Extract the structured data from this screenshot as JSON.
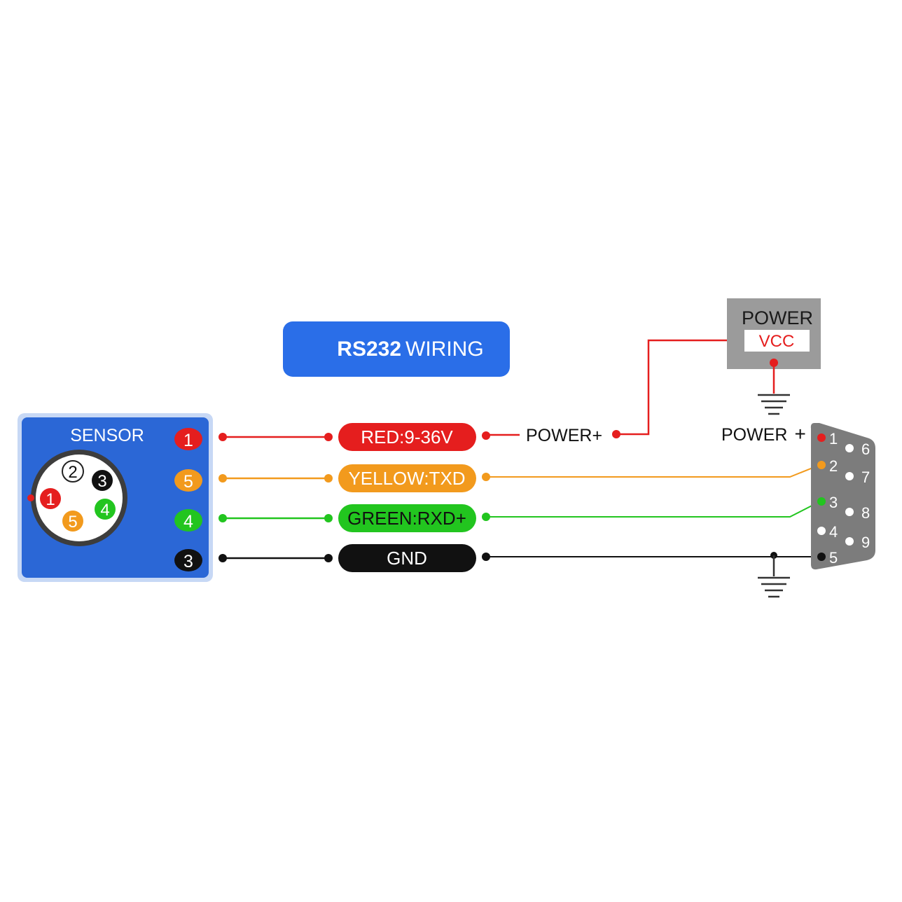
{
  "title": {
    "prefix": "RS232",
    "rest": "WIRING"
  },
  "sensor": {
    "label": "SENSOR",
    "connector_pins": [
      {
        "num": "1",
        "color": "#e51e1e",
        "text_color": "#ffffff"
      },
      {
        "num": "2",
        "color": "#ffffff",
        "text_color": "#111111"
      },
      {
        "num": "3",
        "color": "#111111",
        "text_color": "#ffffff"
      },
      {
        "num": "4",
        "color": "#22c51f",
        "text_color": "#ffffff"
      },
      {
        "num": "5",
        "color": "#f29a1d",
        "text_color": "#ffffff"
      }
    ]
  },
  "wires": [
    {
      "pin": "1",
      "label": "RED:9-36V",
      "color": "#e51e1e",
      "text_color": "#ffffff"
    },
    {
      "pin": "5",
      "label": "YELLOW:TXD",
      "color": "#f29a1d",
      "text_color": "#ffffff"
    },
    {
      "pin": "4",
      "label": "GREEN:RXD+",
      "color": "#22c51f",
      "text_color": "#111111"
    },
    {
      "pin": "3",
      "label": "GND",
      "color": "#111111",
      "text_color": "#ffffff"
    }
  ],
  "power_plus_label": "POWER+",
  "power_supply": {
    "title": "POWER",
    "vcc": "VCC"
  },
  "db9": {
    "power_label": "POWER",
    "power_plus": "+",
    "pins_left": [
      "1",
      "2",
      "3",
      "4",
      "5"
    ],
    "pins_right": [
      "6",
      "7",
      "8",
      "9"
    ]
  },
  "colors": {
    "accent_blue": "#2a6ee8",
    "sensor_blue": "#2b67d6",
    "power_box_gray": "#9b9b9b",
    "db9_gray": "#7c7c7c"
  }
}
